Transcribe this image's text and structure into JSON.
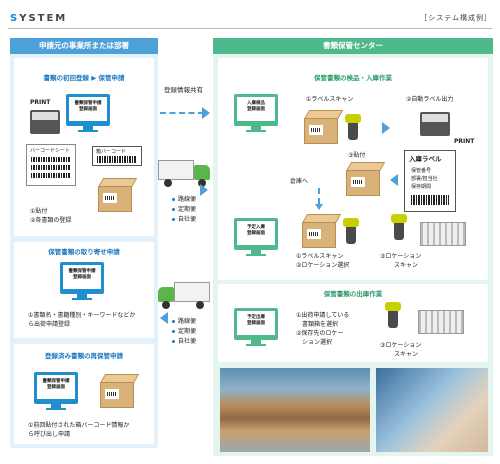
{
  "header": {
    "title_s": "S",
    "title_rest": "YSTEM",
    "right": "［システム構成例］"
  },
  "left": {
    "title": "申請元の事業所または部署",
    "sec1": {
      "head": "書類の初回登録 ▶ 保管申請",
      "print_label": "PRINT",
      "monitor_text": "書類保管申請\n登録画面",
      "sheet_label": "バーコードシート",
      "barcode_label": "箱バーコード",
      "step1": "①貼付",
      "step2": "②各書類の登録"
    },
    "sec2": {
      "head": "保管書類の取り寄せ申請",
      "monitor_text": "書類保管申請\n登録画面",
      "desc1": "①書類名・書籍種別・キーワードなどか",
      "desc2": "ら出荷申請登録"
    },
    "sec3": {
      "head": "登録済み書類の再保管申請",
      "monitor_text": "書類保管申請\n登録画面",
      "desc1": "①前回貼付された箱バーコード情報か",
      "desc2": "ら呼び出し申請"
    }
  },
  "middle": {
    "share_label": "登録情報共有",
    "delivery_top": [
      "路線便",
      "定期便",
      "自社便"
    ],
    "delivery_bottom": [
      "路線便",
      "定期便",
      "自社便"
    ]
  },
  "right": {
    "title": "書類保管センター",
    "sec1": {
      "head": "保管書類の検品・入庫作業",
      "monitor1": "入庫検品\n登録画面",
      "step1": "①ラベルスキャン",
      "step2": "②自動ラベル出力",
      "print_label": "PRINT",
      "step3": "③貼付",
      "label_title": "入庫ラベル",
      "label_lines": [
        "保管番号",
        "部署/担当社",
        "保存期間"
      ],
      "warehouse": "倉庫へ",
      "monitor2": "予定入庫\n登録画面",
      "step4a": "①ラベルスキャン",
      "step4b": "②ロケーション選択",
      "step5": "③ロケーション",
      "step5b": "スキャン"
    },
    "sec2": {
      "head": "保管書類の出庫作業",
      "monitor": "予定出庫\n登録画面",
      "step1a": "①出荷申請している",
      "step1b": "書類箱を選択",
      "step2a": "②保存先のロケー",
      "step2b": "ション選択",
      "step3": "③ロケーション",
      "step3b": "スキャン"
    }
  },
  "colors": {
    "blue": "#4da0d8",
    "green": "#4fb88d",
    "box": "#d9b27a"
  }
}
